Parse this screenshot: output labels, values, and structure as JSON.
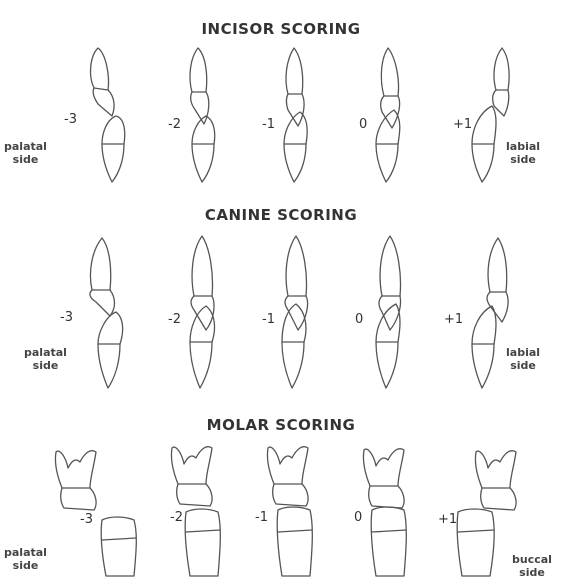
{
  "sections": [
    {
      "title": "INCISOR SCORING",
      "scores": [
        "-3",
        "-2",
        "-1",
        "0",
        "+1"
      ],
      "left_side": [
        "palatal",
        "side"
      ],
      "right_side": [
        "labial",
        "side"
      ]
    },
    {
      "title": "CANINE SCORING",
      "scores": [
        "-3",
        "-2",
        "-1",
        "0",
        "+1"
      ],
      "left_side": [
        "palatal",
        "side"
      ],
      "right_side": [
        "labial",
        "side"
      ]
    },
    {
      "title": "MOLAR SCORING",
      "scores": [
        "-3",
        "-2",
        "-1",
        "0",
        "+1"
      ],
      "left_side": [
        "palatal",
        "side"
      ],
      "right_side": [
        "buccal",
        "side"
      ]
    }
  ]
}
